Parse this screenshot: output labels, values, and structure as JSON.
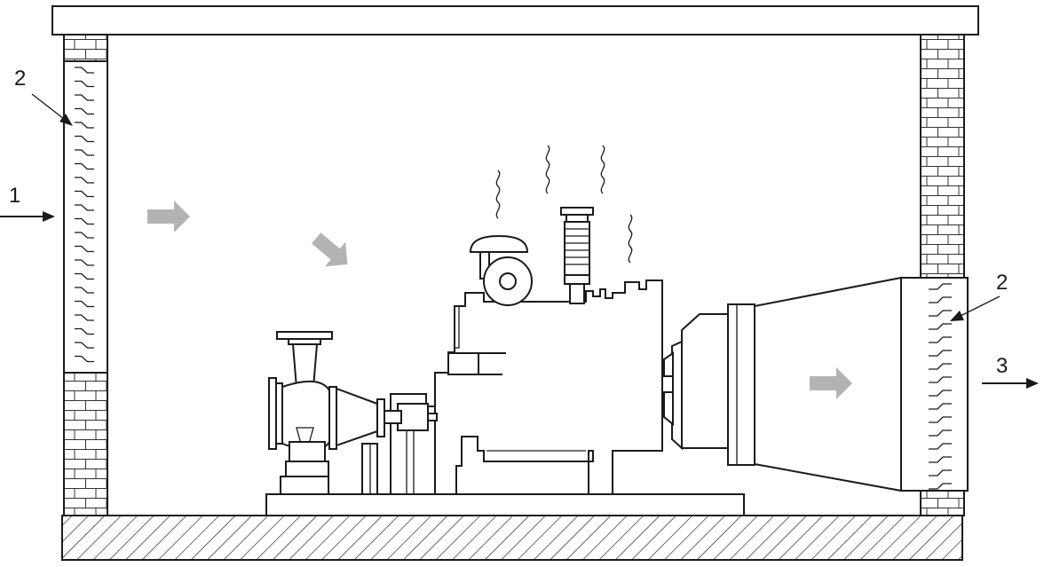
{
  "figure": {
    "callouts": [
      {
        "id": "inlet",
        "label": "1"
      },
      {
        "id": "louver-left",
        "label": "2"
      },
      {
        "id": "louver-right",
        "label": "2"
      },
      {
        "id": "outlet",
        "label": "3"
      }
    ]
  },
  "colors": {
    "line": "#1a1a1a",
    "airflow_arrow": "#b3b3b3",
    "background": "#ffffff"
  }
}
